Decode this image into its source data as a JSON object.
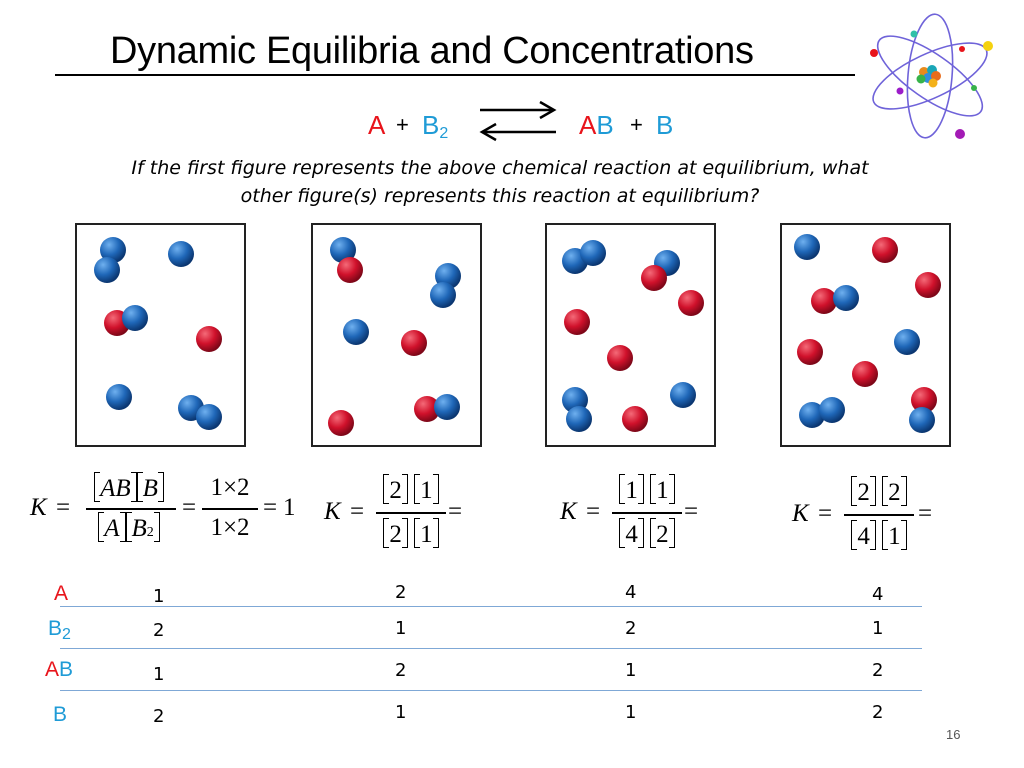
{
  "title": "Dynamic Equilibria and Concentrations",
  "equation": {
    "A": "A",
    "plus1": "+",
    "B2_base": "B",
    "B2_sub": "2",
    "AB_A": "A",
    "AB_B": "B",
    "plus2": "+",
    "B": "B"
  },
  "question": {
    "line1": "If the first figure represents the above chemical reaction at equilibrium, what",
    "line2": "other figure(s) represents this reaction at equilibrium?"
  },
  "colors": {
    "red_atom": "#d0112b",
    "blue_atom": "#1f67b8",
    "red_text": "#e8141b",
    "blue_text": "#1f9bd6"
  },
  "k_expressions": {
    "k1": {
      "K": "K",
      "eq": "=",
      "num_general": "AB  B",
      "den_general": "A  B2",
      "num_value": "1×2",
      "den_value": "1×2",
      "result": "1"
    },
    "k2": {
      "K": "K",
      "eq": "=",
      "num": [
        "2",
        "1"
      ],
      "den": [
        "2",
        "1"
      ],
      "eq2": "="
    },
    "k3": {
      "K": "K",
      "eq": "=",
      "num": [
        "1",
        "1"
      ],
      "den": [
        "4",
        "2"
      ],
      "eq2": "="
    },
    "k4": {
      "K": "K",
      "eq": "=",
      "num": [
        "2",
        "2"
      ],
      "den": [
        "4",
        "1"
      ],
      "eq2": "="
    }
  },
  "table": {
    "row_labels": {
      "A": "A",
      "B2_base": "B",
      "B2_sub": "2",
      "AB_A": "A",
      "AB_B": "B",
      "B": "B"
    },
    "rows": [
      [
        "1",
        "2",
        "4",
        "4"
      ],
      [
        "2",
        "1",
        "2",
        "1"
      ],
      [
        "1",
        "2",
        "1",
        "2"
      ],
      [
        "2",
        "1",
        "1",
        "2"
      ]
    ]
  },
  "page_number": "16"
}
